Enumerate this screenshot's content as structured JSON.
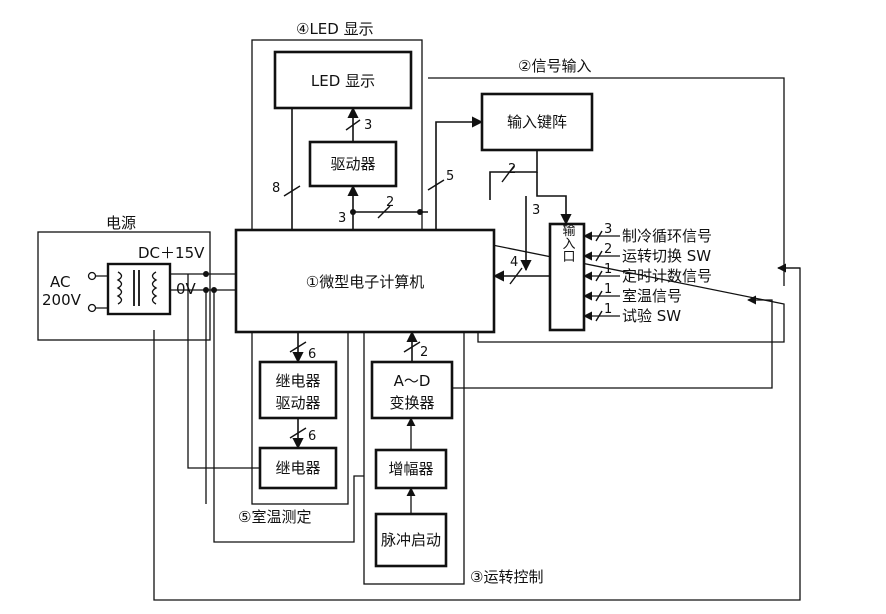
{
  "diagram": {
    "groups": {
      "power": "电源",
      "led": "④LED 显示",
      "signal": "②信号输入",
      "temp": "⑤室温测定",
      "run": "③运转控制"
    },
    "blocks": {
      "led_display": "LED 显示",
      "driver": "驱动器",
      "keypad": "输入键阵",
      "mcu": "①微型电子计算机",
      "io_port": "输入口",
      "relay_driver": [
        "继电器",
        "驱动器"
      ],
      "adc": [
        "A～D",
        "变换器"
      ],
      "relay": "继电器",
      "amplifier": "增幅器",
      "pulse_start": "脉冲启动"
    },
    "power": {
      "ac_label": [
        "AC",
        "200V"
      ],
      "dc_label": "DC＋15V",
      "zero_label": "0V"
    },
    "bus_widths": {
      "mcu_led_driver": "3",
      "driver_to_led": "3",
      "mcu_to_led": "8",
      "mcu_to_signal": "5",
      "keypad_branch": "2",
      "keypad_to_port": "3",
      "port_to_mcu": "4",
      "side_bus": "2",
      "relay_driver_bus": "6",
      "relay_bus": "6",
      "adc_bus": "2"
    },
    "input_signals": [
      {
        "count": "3",
        "label": "制冷循环信号"
      },
      {
        "count": "2",
        "label": "运转切换 SW"
      },
      {
        "count": "1",
        "label": "定时计数信号"
      },
      {
        "count": "1",
        "label": "室温信号"
      },
      {
        "count": "1",
        "label": "试验 SW"
      }
    ]
  }
}
